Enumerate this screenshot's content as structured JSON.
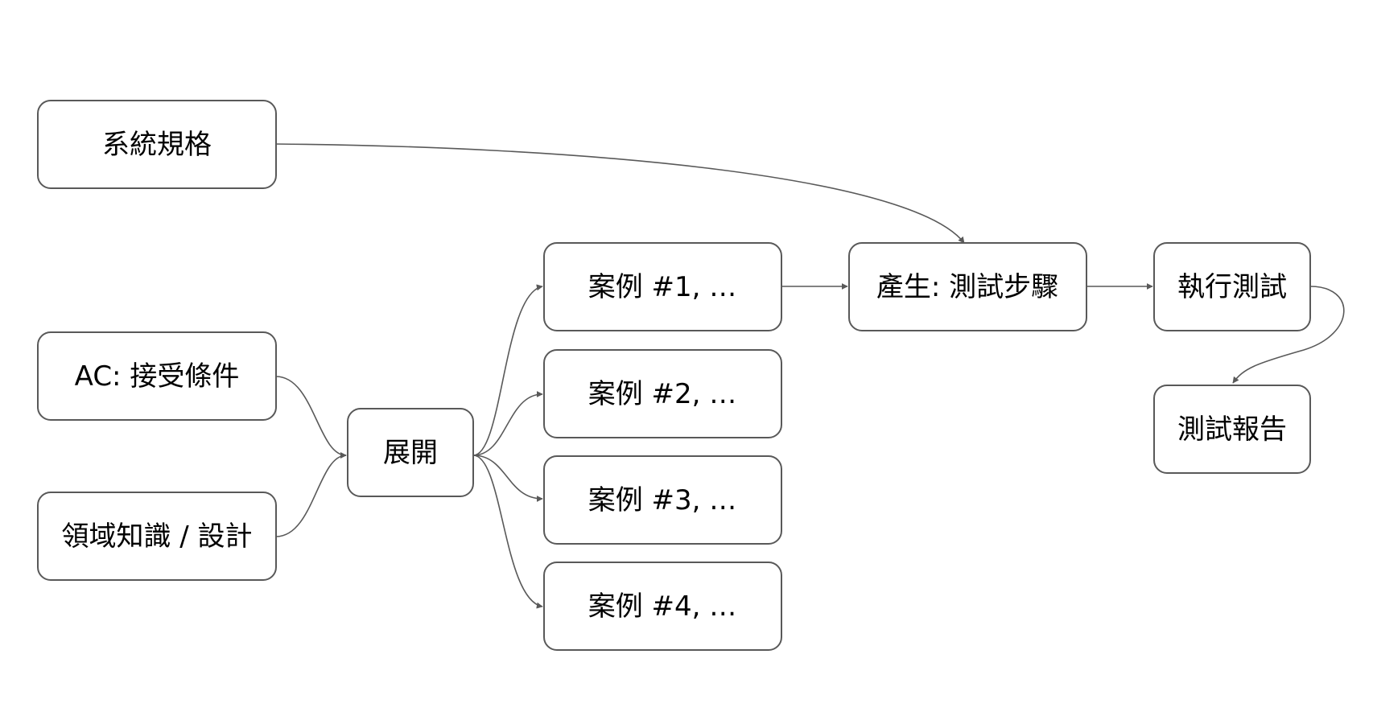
{
  "nodes": {
    "system_spec": "系統規格",
    "acceptance_criteria": "AC: 接受條件",
    "domain_knowledge": "領域知識 / 設計",
    "expand": "展開",
    "case_1": "案例 #1, …",
    "case_2": "案例 #2, …",
    "case_3": "案例 #3, …",
    "case_4": "案例 #4, …",
    "generate_steps": "產生: 測試步驟",
    "execute_test": "執行測試",
    "test_report": "測試報告"
  },
  "edges": [
    {
      "from": "system_spec",
      "to": "generate_steps"
    },
    {
      "from": "acceptance_criteria",
      "to": "expand"
    },
    {
      "from": "domain_knowledge",
      "to": "expand"
    },
    {
      "from": "expand",
      "to": "case_1"
    },
    {
      "from": "expand",
      "to": "case_2"
    },
    {
      "from": "expand",
      "to": "case_3"
    },
    {
      "from": "expand",
      "to": "case_4"
    },
    {
      "from": "case_1",
      "to": "generate_steps"
    },
    {
      "from": "generate_steps",
      "to": "execute_test"
    },
    {
      "from": "execute_test",
      "to": "test_report"
    }
  ],
  "colors": {
    "stroke": "#595959",
    "fill": "#ffffff",
    "text": "#000000"
  }
}
